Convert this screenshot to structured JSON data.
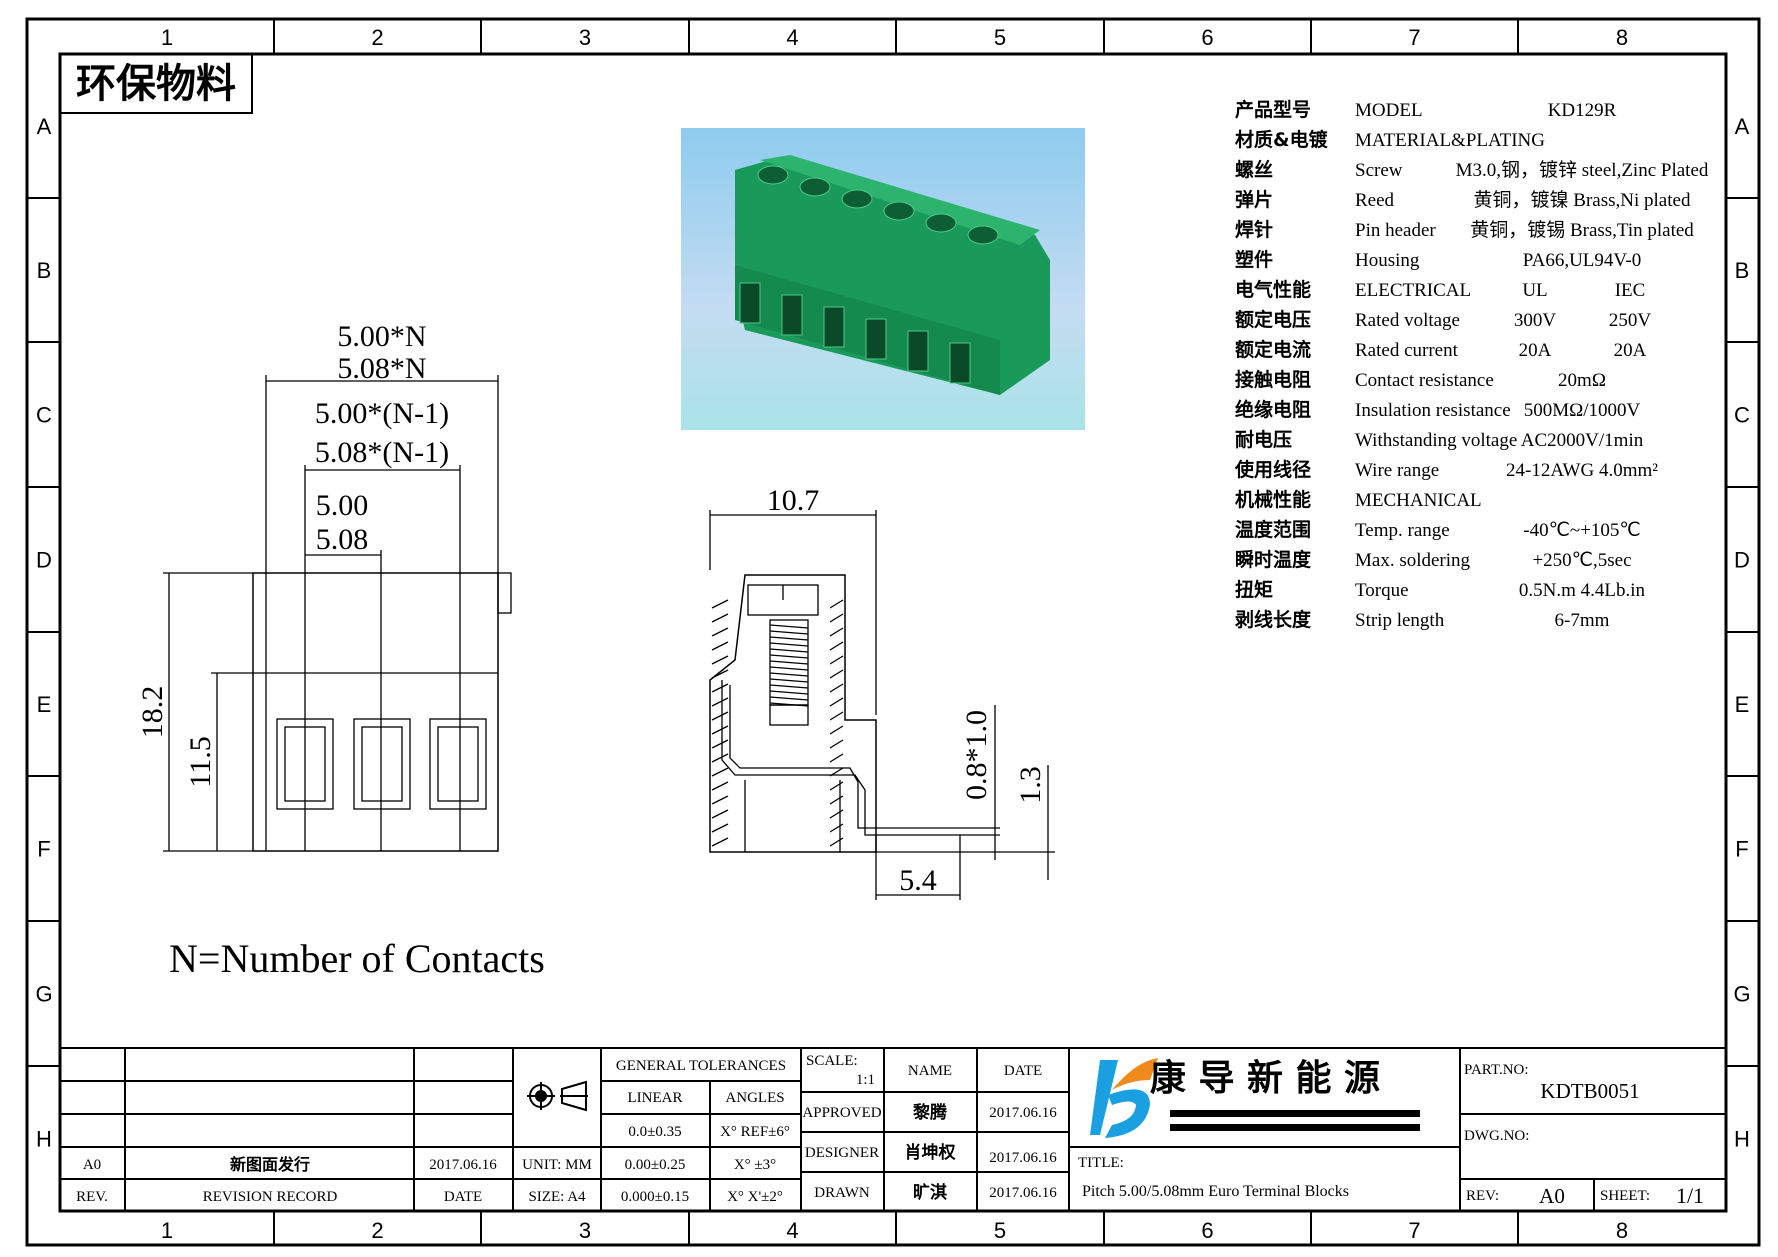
{
  "frame": {
    "columns": [
      "1",
      "2",
      "3",
      "4",
      "5",
      "6",
      "7",
      "8"
    ],
    "rows": [
      "A",
      "B",
      "C",
      "D",
      "E",
      "F",
      "G",
      "H"
    ]
  },
  "eco_label": "环保物料",
  "drawing": {
    "front_dims": {
      "overall_500": "5.00*N",
      "overall_508": "5.08*N",
      "span_500": "5.00*(N-1)",
      "span_508": "5.08*(N-1)",
      "pitch_500": "5.00",
      "pitch_508": "5.08",
      "height_total": "18.2",
      "height_body": "11.5"
    },
    "side_dims": {
      "depth": "10.7",
      "pin_offset": "5.4",
      "pin_size": "0.8*1.0",
      "pin_height": "1.3"
    },
    "note": "N=Number of Contacts"
  },
  "specs": [
    {
      "cn": "产品型号",
      "en": "MODEL",
      "v1": "KD129R",
      "v2": ""
    },
    {
      "cn": "材质&电镀",
      "en": "MATERIAL&PLATING",
      "v1": "",
      "v2": ""
    },
    {
      "cn": "螺丝",
      "en": "Screw",
      "v1": "M3.0,钢，镀锌 steel,Zinc Plated",
      "v2": ""
    },
    {
      "cn": "弹片",
      "en": "Reed",
      "v1": "黄铜，镀镍 Brass,Ni plated",
      "v2": ""
    },
    {
      "cn": "焊针",
      "en": "Pin header",
      "v1": "黄铜，镀锡 Brass,Tin plated",
      "v2": ""
    },
    {
      "cn": "塑件",
      "en": "Housing",
      "v1": "PA66,UL94V-0",
      "v2": ""
    },
    {
      "cn": "电气性能",
      "en": "ELECTRICAL",
      "v1": "UL",
      "v2": "IEC"
    },
    {
      "cn": "额定电压",
      "en": "Rated voltage",
      "v1": "300V",
      "v2": "250V"
    },
    {
      "cn": "额定电流",
      "en": "Rated current",
      "v1": "20A",
      "v2": "20A"
    },
    {
      "cn": "接触电阻",
      "en": "Contact resistance",
      "v1": "20mΩ",
      "v2": ""
    },
    {
      "cn": "绝缘电阻",
      "en": "Insulation resistance",
      "v1": "500MΩ/1000V",
      "v2": ""
    },
    {
      "cn": "耐电压",
      "en": "Withstanding voltage",
      "v1": "AC2000V/1min",
      "v2": ""
    },
    {
      "cn": "使用线径",
      "en": "Wire range",
      "v1": "24-12AWG 4.0mm²",
      "v2": ""
    },
    {
      "cn": "机械性能",
      "en": "MECHANICAL",
      "v1": "",
      "v2": ""
    },
    {
      "cn": "温度范围",
      "en": "Temp. range",
      "v1": "-40℃~+105℃",
      "v2": ""
    },
    {
      "cn": "瞬时温度",
      "en": "Max. soldering",
      "v1": "+250℃,5sec",
      "v2": ""
    },
    {
      "cn": "扭矩",
      "en": "Torque",
      "v1": "0.5N.m  4.4Lb.in",
      "v2": ""
    },
    {
      "cn": "剥线长度",
      "en": "Strip length",
      "v1": "6-7mm",
      "v2": ""
    }
  ],
  "title_block": {
    "revision": {
      "rev": "A0",
      "record": "新图面发行",
      "date": "2017.06.16"
    },
    "rev_header": {
      "rev": "REV.",
      "record": "REVISION RECORD",
      "date": "DATE"
    },
    "unit": "UNIT: MM",
    "size": "SIZE: A4",
    "tolerances": {
      "header": "GENERAL TOLERANCES",
      "linear": "LINEAR",
      "angles": "ANGLES",
      "linear_values": [
        "0.0±0.35",
        "0.00±0.25",
        "0.000±0.15"
      ],
      "angle_values": [
        "X° REF±6°",
        "X° ±3°",
        "X° X'±2°"
      ]
    },
    "scale_label": "SCALE:",
    "scale_value": "1:1",
    "name_header": "NAME",
    "date_header": "DATE",
    "approved": {
      "role": "APPROVED",
      "name": "黎腾",
      "date": "2017.06.16"
    },
    "designer": {
      "role": "DESIGNER",
      "name": "肖坤权",
      "date": "2017.06.16"
    },
    "drawn": {
      "role": "DRAWN",
      "name": "旷淇",
      "date": "2017.06.16"
    },
    "company": "康 导 新 能 源",
    "title_label": "TITLE:",
    "title": "Pitch 5.00/5.08mm Euro Terminal Blocks",
    "part_no_label": "PART.NO:",
    "part_no": "KDTB0051",
    "dwg_no_label": "DWG.NO:",
    "rev_label": "REV:",
    "rev_value": "A0",
    "sheet_label": "SHEET:",
    "sheet_value": "1/1"
  },
  "colors": {
    "housing_green": "#1a9a5a",
    "photo_bg": "#a9d6ee",
    "logo_blue": "#1aa0e0",
    "logo_orange": "#f08a1c"
  }
}
